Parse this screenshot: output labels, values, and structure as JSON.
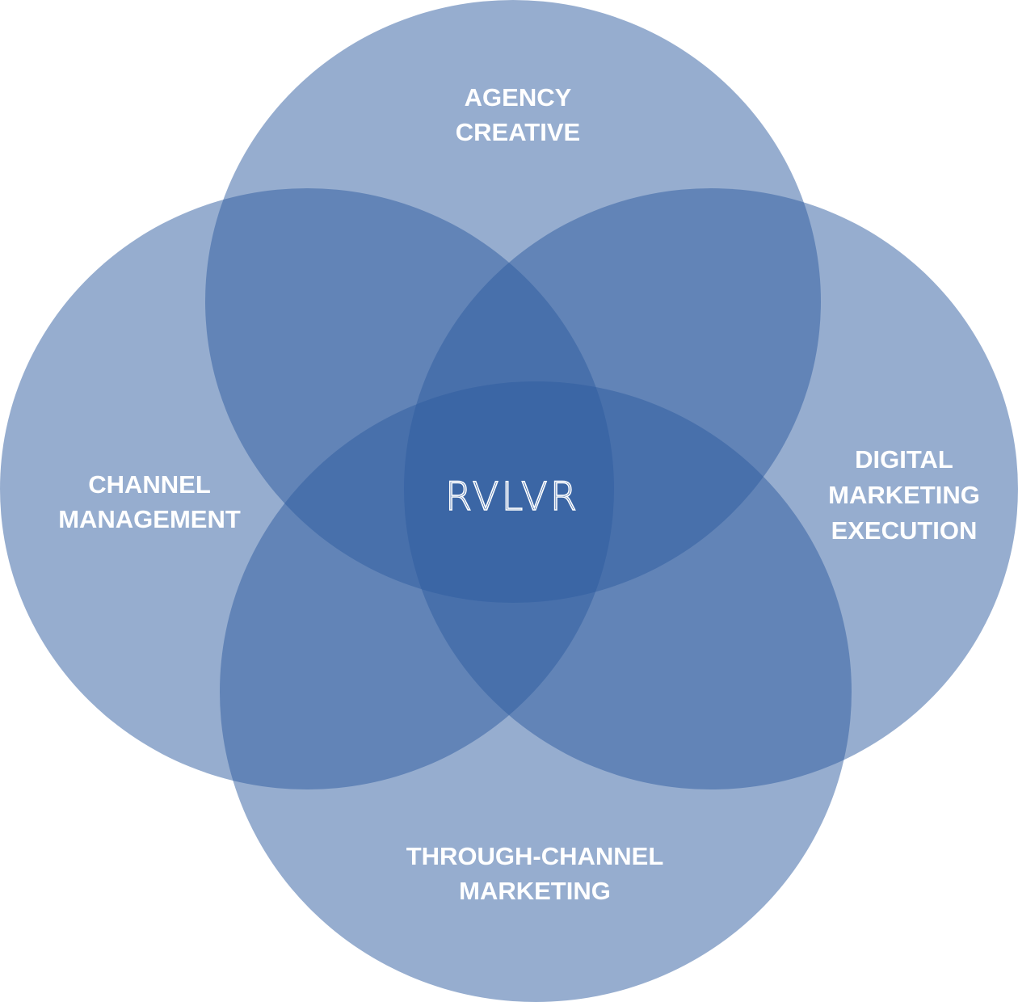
{
  "diagram": {
    "type": "venn",
    "center_label": "RVLVR",
    "sets": [
      {
        "id": "top",
        "lines": [
          "AGENCY",
          "CREATIVE"
        ]
      },
      {
        "id": "left",
        "lines": [
          "CHANNEL",
          "MANAGEMENT"
        ]
      },
      {
        "id": "right",
        "lines": [
          "DIGITAL",
          "MARKETING",
          "EXECUTION"
        ]
      },
      {
        "id": "bottom",
        "lines": [
          "THROUGH-CHANNEL",
          "MARKETING"
        ]
      }
    ],
    "colors": {
      "circle_fill": "#2d5b9f",
      "text": "#ffffff",
      "background": "#ffffff"
    }
  }
}
